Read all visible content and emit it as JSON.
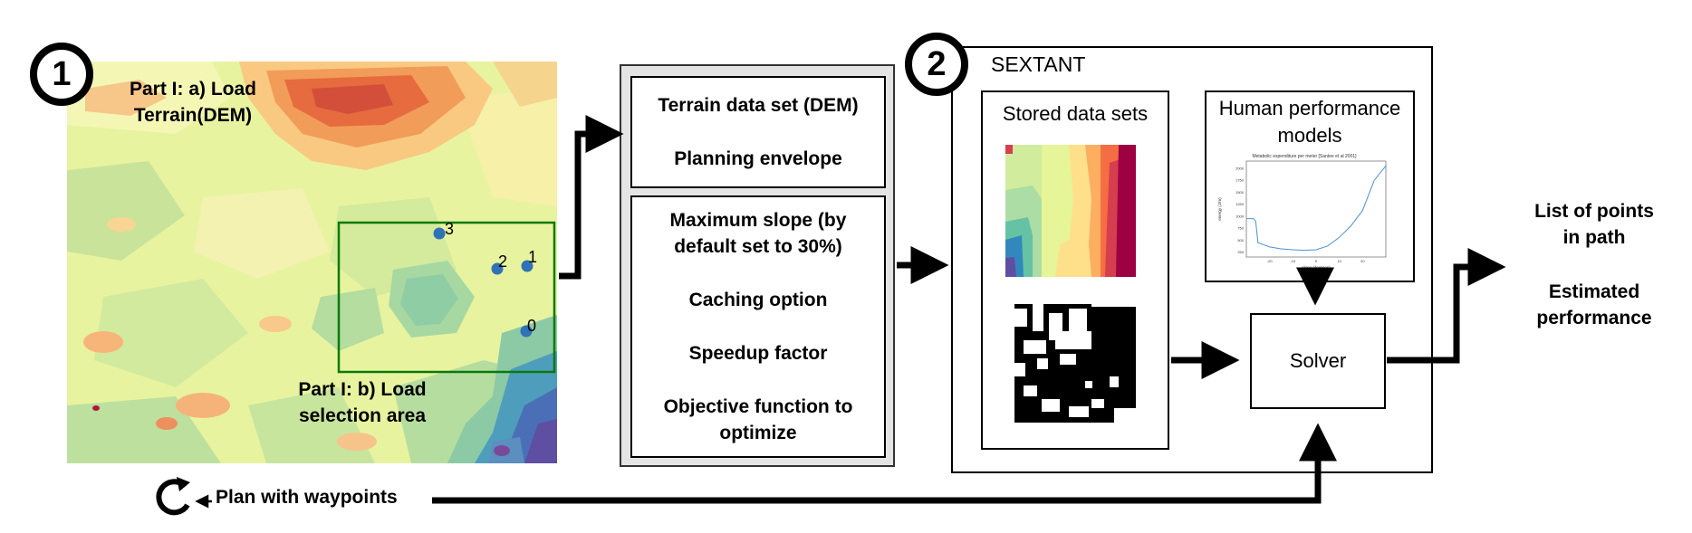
{
  "step1": {
    "number": "1",
    "label_a": "Part I: a) Load Terrain(DEM)",
    "label_b": "Part I: b) Load selection area",
    "waypoints": [
      "0",
      "1",
      "2",
      "3"
    ]
  },
  "config": {
    "items_top": [
      "Terrain data set (DEM)",
      "Planning envelope"
    ],
    "items_bottom": [
      "Maximum slope (by default set to 30%)",
      "Caching option",
      "Speedup factor",
      "Objective function to optimize"
    ]
  },
  "step2": {
    "number": "2",
    "title": "SEXTANT",
    "stored_title": "Stored data sets",
    "human_title": "Human performance models",
    "plot_title": "Metabolic expenditure per meter [Santee et al 2001]",
    "plot_xlabel": "slope (degrees)",
    "plot_ylabel": "energy (J/m)",
    "plot_xticks": [
      "-20",
      "-10",
      "0",
      "10",
      "20"
    ],
    "plot_yticks": [
      "250",
      "500",
      "750",
      "1000",
      "1250",
      "1500",
      "1750",
      "2000"
    ],
    "solver": "Solver"
  },
  "outputs": {
    "line1": "List of points",
    "line2": "in path",
    "line3": "Estimated",
    "line4": "performance"
  },
  "loop": {
    "label": "Plan with waypoints"
  },
  "chart_data": {
    "type": "line",
    "title": "Metabolic expenditure per meter [Santee et al 2001]",
    "xlabel": "slope (degrees)",
    "ylabel": "energy (J/m)",
    "x": [
      -30,
      -27,
      -26,
      -25,
      -20,
      -15,
      -10,
      -5,
      0,
      5,
      10,
      15,
      20,
      25,
      30
    ],
    "series": [
      {
        "values": [
          950,
          950,
          900,
          450,
          360,
          320,
          300,
          290,
          300,
          380,
          560,
          800,
          1120,
          1750,
          2050
        ]
      }
    ],
    "xlim": [
      -30,
      30
    ],
    "ylim": [
      150,
      2150
    ]
  }
}
